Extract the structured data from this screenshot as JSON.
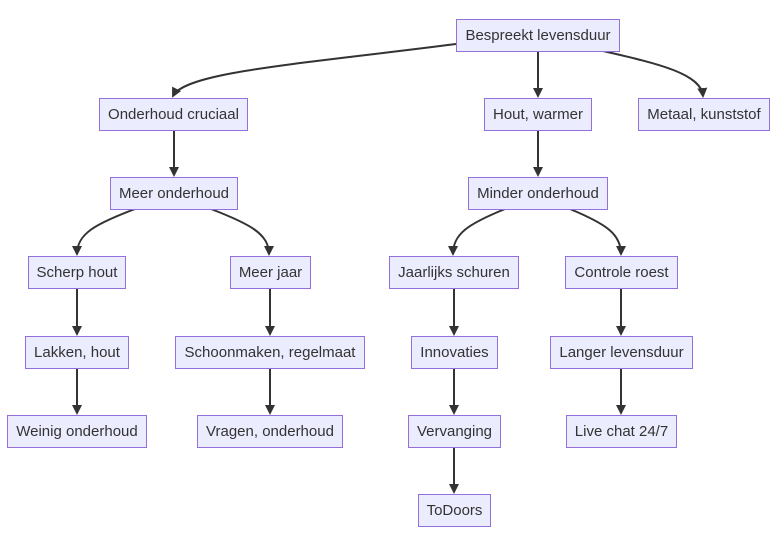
{
  "diagram": {
    "type": "flowchart",
    "direction": "top-down",
    "colors": {
      "node_fill": "#ECECFF",
      "node_border": "#9370DB",
      "edge": "#333333",
      "text": "#333333"
    },
    "nodes": [
      {
        "id": "n_bespreekt",
        "label": "Bespreekt levensduur"
      },
      {
        "id": "n_onderhoud_cruciaal",
        "label": "Onderhoud cruciaal"
      },
      {
        "id": "n_hout_warmer",
        "label": "Hout, warmer"
      },
      {
        "id": "n_metaal",
        "label": "Metaal, kunststof"
      },
      {
        "id": "n_meer_onderhoud",
        "label": "Meer onderhoud"
      },
      {
        "id": "n_minder_onderhoud",
        "label": "Minder onderhoud"
      },
      {
        "id": "n_scherp_hout",
        "label": "Scherp hout"
      },
      {
        "id": "n_meer_jaar",
        "label": "Meer jaar"
      },
      {
        "id": "n_jaarlijks_schuren",
        "label": "Jaarlijks schuren"
      },
      {
        "id": "n_controle_roest",
        "label": "Controle roest"
      },
      {
        "id": "n_lakken_hout",
        "label": "Lakken, hout"
      },
      {
        "id": "n_schoonmaken",
        "label": "Schoonmaken, regelmaat"
      },
      {
        "id": "n_innovaties",
        "label": "Innovaties"
      },
      {
        "id": "n_langer_levensduur",
        "label": "Langer levensduur"
      },
      {
        "id": "n_weinig_onderhoud",
        "label": "Weinig onderhoud"
      },
      {
        "id": "n_vragen_onderhoud",
        "label": "Vragen, onderhoud"
      },
      {
        "id": "n_vervanging",
        "label": "Vervanging"
      },
      {
        "id": "n_live_chat",
        "label": "Live chat 24/7"
      },
      {
        "id": "n_todoors",
        "label": "ToDoors"
      }
    ],
    "edges": [
      {
        "from": "n_bespreekt",
        "to": "n_onderhoud_cruciaal"
      },
      {
        "from": "n_bespreekt",
        "to": "n_hout_warmer"
      },
      {
        "from": "n_bespreekt",
        "to": "n_metaal"
      },
      {
        "from": "n_onderhoud_cruciaal",
        "to": "n_meer_onderhoud"
      },
      {
        "from": "n_hout_warmer",
        "to": "n_minder_onderhoud"
      },
      {
        "from": "n_meer_onderhoud",
        "to": "n_scherp_hout"
      },
      {
        "from": "n_meer_onderhoud",
        "to": "n_meer_jaar"
      },
      {
        "from": "n_minder_onderhoud",
        "to": "n_jaarlijks_schuren"
      },
      {
        "from": "n_minder_onderhoud",
        "to": "n_controle_roest"
      },
      {
        "from": "n_scherp_hout",
        "to": "n_lakken_hout"
      },
      {
        "from": "n_meer_jaar",
        "to": "n_schoonmaken"
      },
      {
        "from": "n_jaarlijks_schuren",
        "to": "n_innovaties"
      },
      {
        "from": "n_controle_roest",
        "to": "n_langer_levensduur"
      },
      {
        "from": "n_lakken_hout",
        "to": "n_weinig_onderhoud"
      },
      {
        "from": "n_schoonmaken",
        "to": "n_vragen_onderhoud"
      },
      {
        "from": "n_innovaties",
        "to": "n_vervanging"
      },
      {
        "from": "n_langer_levensduur",
        "to": "n_live_chat"
      },
      {
        "from": "n_vervanging",
        "to": "n_todoors"
      }
    ]
  }
}
